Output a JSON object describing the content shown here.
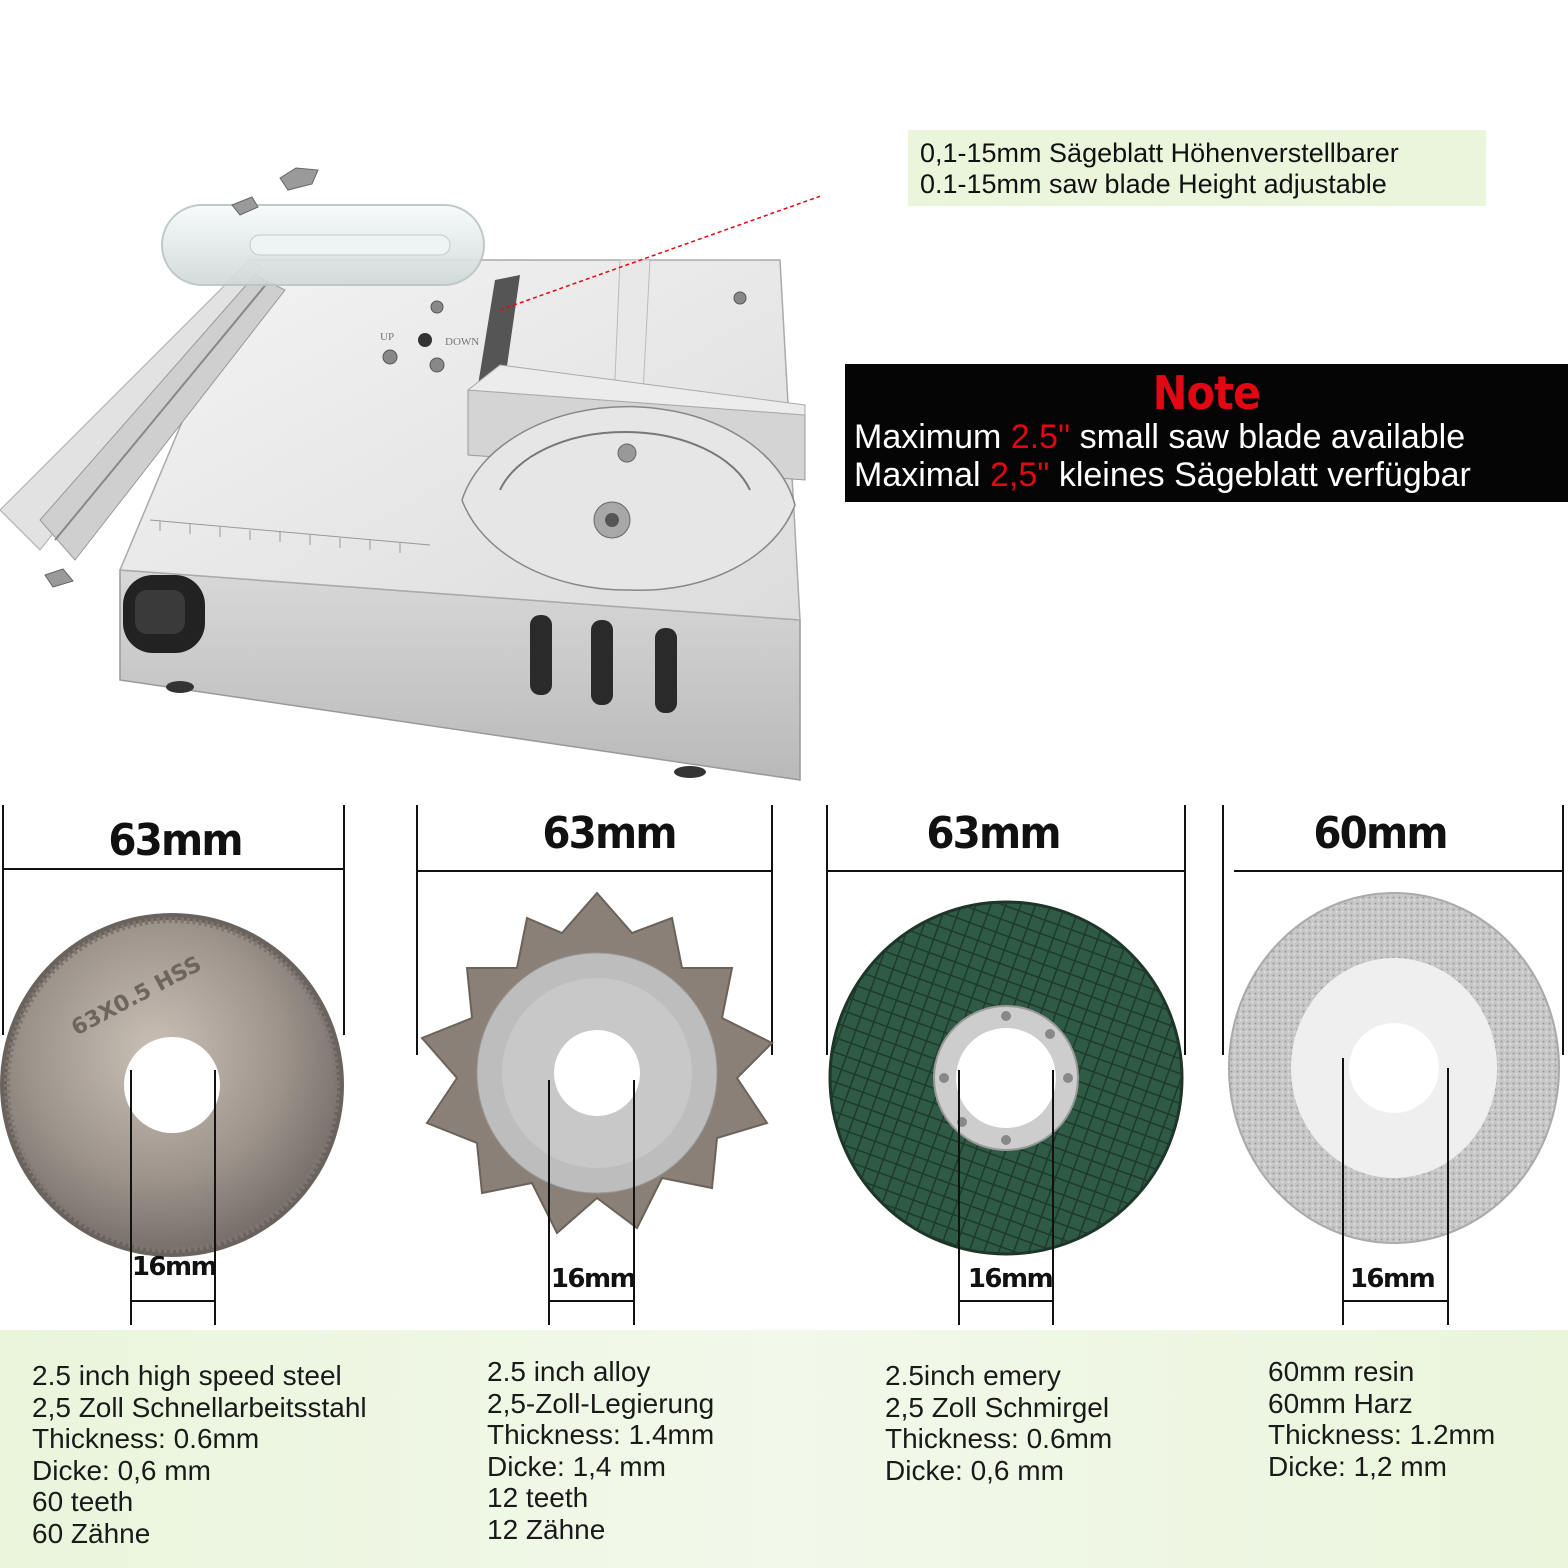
{
  "callout": {
    "line1": "0,1-15mm Sägeblatt Höhenverstellbarer",
    "line2": "0.1-15mm saw blade Height adjustable"
  },
  "note": {
    "title": "Note",
    "en_prefix": "Maximum ",
    "en_value": "2.5\"",
    "en_suffix": " small saw blade available",
    "de_prefix": "Maximal ",
    "de_value": "2,5\"",
    "de_suffix": " kleines Sägeblatt verfügbar"
  },
  "blades": [
    {
      "diameter": "63mm",
      "hole": "16mm",
      "stamp": "63X0.5 HSS",
      "specs": [
        "2.5 inch high speed steel",
        "2,5 Zoll Schnellarbeitsstahl",
        "Thickness: 0.6mm",
        "Dicke: 0,6 mm",
        "60 teeth",
        "60 Zähne"
      ]
    },
    {
      "diameter": "63mm",
      "hole": "16mm",
      "specs": [
        "2.5 inch alloy",
        "2,5-Zoll-Legierung",
        "Thickness: 1.4mm",
        "Dicke: 1,4 mm",
        "12 teeth",
        "12 Zähne"
      ]
    },
    {
      "diameter": "63mm",
      "hole": "16mm",
      "specs": [
        "2.5inch emery",
        "2,5 Zoll Schmirgel",
        "Thickness: 0.6mm",
        "Dicke: 0,6 mm"
      ]
    },
    {
      "diameter": "60mm",
      "hole": "16mm",
      "specs": [
        "60mm resin",
        "60mm Harz",
        "Thickness: 1.2mm",
        "Dicke: 1,2 mm"
      ]
    }
  ],
  "saw": {
    "up_label": "UP",
    "down_label": "DOWN"
  },
  "colors": {
    "accent_red": "#e30613",
    "callout_bg": "#eaf5dc",
    "note_bg": "#050505",
    "emery_green": "#2f5a45"
  }
}
